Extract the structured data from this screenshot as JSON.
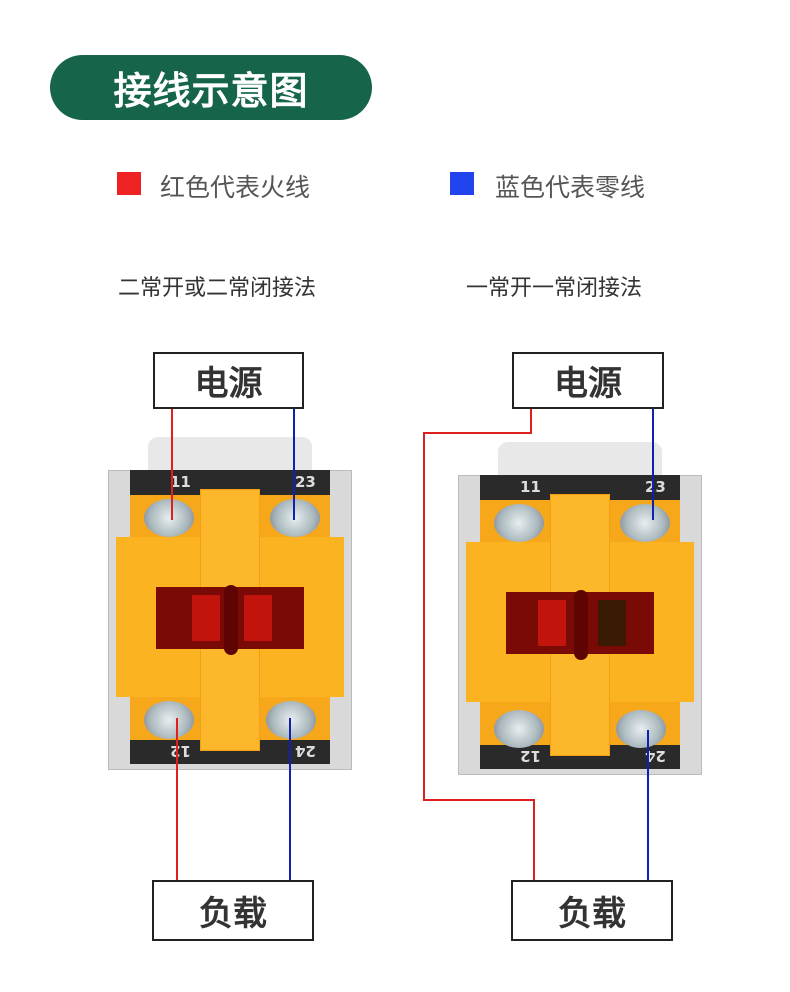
{
  "header": {
    "title": "接线示意图",
    "bg": "#16654b"
  },
  "legend": [
    {
      "label": "红色代表火线",
      "color": "#ee2222"
    },
    {
      "label": "蓝色代表零线",
      "color": "#2244ee"
    }
  ],
  "diagrams": [
    {
      "subtitle": "二常开或二常闭接法",
      "source_label": "电源",
      "load_label": "负载",
      "terminals": {
        "top_left": "11",
        "top_right": "23",
        "bottom_left": "12",
        "bottom_right": "24"
      }
    },
    {
      "subtitle": "一常开一常闭接法",
      "source_label": "电源",
      "load_label": "负载",
      "terminals": {
        "top_left": "11",
        "top_right": "23",
        "bottom_left": "12",
        "bottom_right": "24"
      }
    }
  ]
}
